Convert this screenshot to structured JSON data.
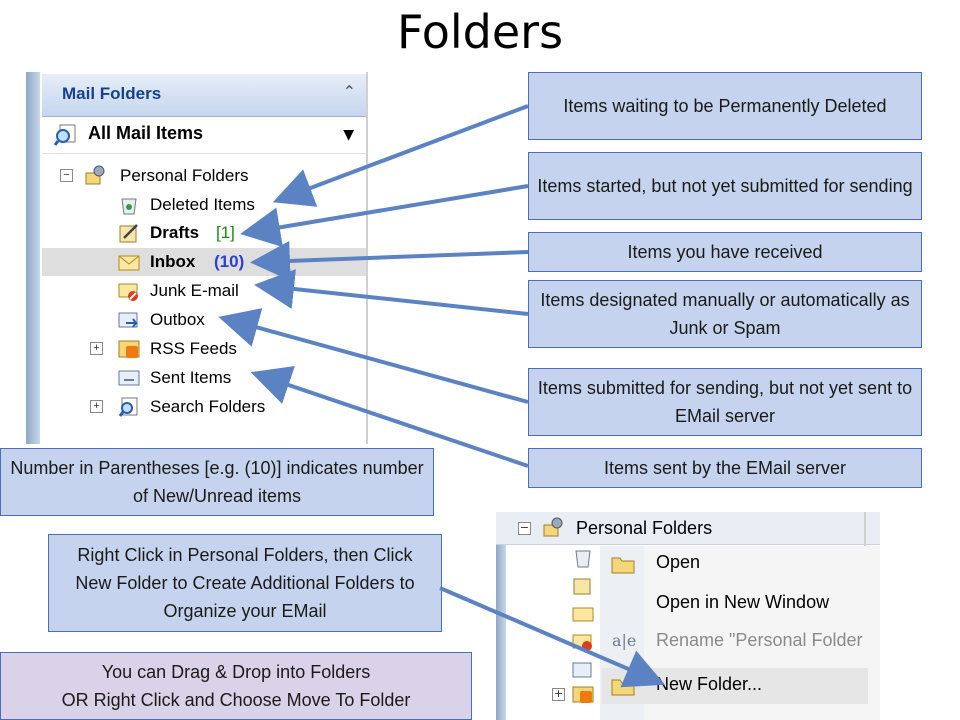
{
  "slide": {
    "title": "Folders"
  },
  "pane": {
    "header": "Mail Folders",
    "all_mail": "All Mail Items",
    "folders": {
      "root": "Personal Folders",
      "deleted": "Deleted Items",
      "drafts": "Drafts",
      "drafts_count": "[1]",
      "inbox": "Inbox",
      "inbox_count": "(10)",
      "junk": "Junk E-mail",
      "outbox": "Outbox",
      "rss": "RSS Feeds",
      "sent": "Sent Items",
      "search": "Search Folders"
    }
  },
  "callouts": {
    "deleted": "Items waiting to be Permanently Deleted",
    "drafts": "Items started, but not yet submitted for sending",
    "inbox": "Items you have received",
    "junk": "Items designated manually or automatically as Junk or Spam",
    "outbox": "Items submitted for sending, but not yet sent to EMail server",
    "sent": "Items sent by the EMail server",
    "count_note": "Number in Parentheses [e.g. (10)] indicates number of New/Unread items",
    "new_folder": "Right Click in Personal Folders, then Click New Folder to Create Additional Folders to Organize your EMail",
    "drag_drop_line1": "You can Drag & Drop into Folders",
    "drag_drop_line2": "OR Right Click and Choose Move To Folder"
  },
  "context_menu": {
    "root_label": "Personal Folders",
    "items": [
      "Open",
      "Open in New Window",
      "Rename \"Personal Folder",
      "New Folder..."
    ]
  },
  "colors": {
    "callout_fill": "#c5d3ee",
    "callout_border": "#4a6fb5",
    "arrow": "#5b83c4",
    "count_blue": "#2b3fd1"
  }
}
